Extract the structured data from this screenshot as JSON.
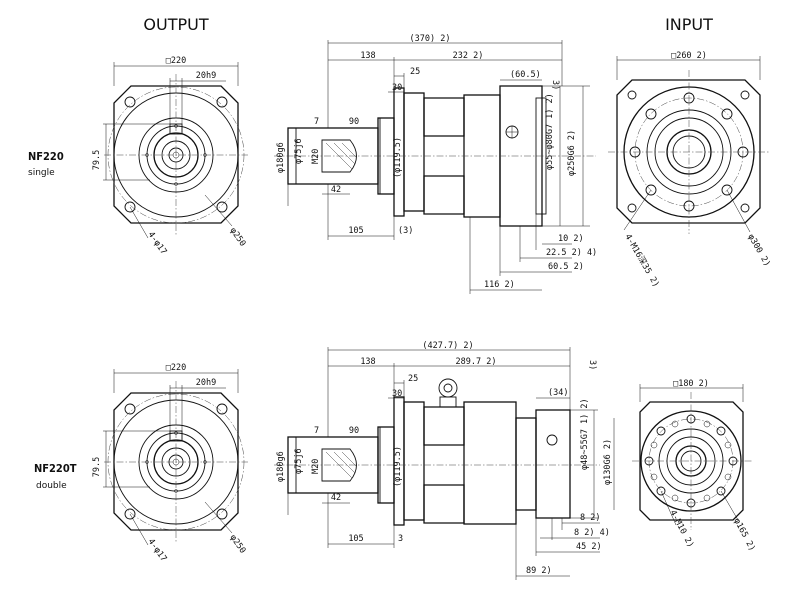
{
  "headers": {
    "output": "OUTPUT",
    "input": "INPUT"
  },
  "models": [
    {
      "name": "NF220",
      "subtitle": "single",
      "output_view": {
        "square": "□220",
        "key": "20h9",
        "shaft_dim": "79.5",
        "holes": "4-φ17",
        "pcd": "φ250"
      },
      "side_view": {
        "overall": "(370)  2)",
        "len_a": "138",
        "len_b": "232  2)",
        "flange_t": "25",
        "hub": "30",
        "rear": "(60.5)",
        "note_3": "3)",
        "key_len": "7",
        "key_w": "90",
        "pilot": "φ180g6",
        "shaft": "φ75j6",
        "thread": "M20",
        "boss": "(φ119.5)",
        "key_depth": "42",
        "offset": "105",
        "shoulder": "(3)",
        "bore": "φ55~φ80G7  1) 2)",
        "spigot": "φ250G6  2)",
        "d10": "10  2)",
        "d22": "22.5  2) 4)",
        "d60": "60.5  2)",
        "d116": "116  2)"
      },
      "input_view": {
        "square": "□260  2)",
        "holes": "4-M16深35  2)",
        "pcd": "φ300  2)"
      }
    },
    {
      "name": "NF220T",
      "subtitle": "double",
      "output_view": {
        "square": "□220",
        "key": "20h9",
        "shaft_dim": "79.5",
        "holes": "4-φ17",
        "pcd": "φ250"
      },
      "side_view": {
        "overall": "(427.7)  2)",
        "len_a": "138",
        "len_b": "289.7  2)",
        "flange_t": "25",
        "hub": "30",
        "rear": "(34)",
        "note_3": "3)",
        "key_len": "7",
        "key_w": "90",
        "pilot": "φ180g6",
        "shaft": "φ75j6",
        "thread": "M20",
        "boss": "(φ119.5)",
        "key_depth": "42",
        "offset": "105",
        "shoulder": "3",
        "bore": "φ48~55G7  1) 2)",
        "spigot": "φ130G6  2)",
        "d10": "8  2)",
        "d22": "8  2) 4)",
        "d60": "45  2)",
        "d116": "89  2)"
      },
      "input_view": {
        "square": "□180  2)",
        "holes": "4-M10  2)",
        "pcd": "φ165  2)"
      }
    }
  ]
}
